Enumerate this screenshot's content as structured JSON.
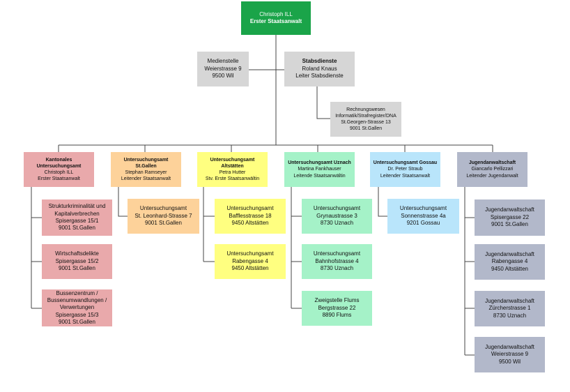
{
  "colors": {
    "green": "#1aa449",
    "grey": "#d6d6d6",
    "red": "#e9a9ab",
    "orange": "#fdd29a",
    "yellow": "#ffff80",
    "mint": "#a5f2c8",
    "blue": "#b9e5fb",
    "slate": "#b2b8ca",
    "line": "#444444"
  },
  "nodes": {
    "head": {
      "lines": [
        "Christoph ILL"
      ],
      "title": "Erster Staatsanwalt"
    },
    "medien": {
      "lines": [
        "Medienstelle",
        "Weierstrasse 9",
        "9500 Wil"
      ]
    },
    "stabs": {
      "title": "Stabsdienste",
      "lines": [
        "Roland Knaus",
        "Leiter Stabsdienste"
      ]
    },
    "rechnung": {
      "lines": [
        "Rechnungswesen",
        "Informatik/Strafregister/DNA",
        "St.Georgen-Strasse 13",
        "9001 St.Gallen"
      ]
    },
    "d1": {
      "title": "Kantonales Untersuchungsamt",
      "lines": [
        "Christoph ILL",
        "Erster Staatsanwalt"
      ]
    },
    "d2": {
      "title": "Untersuchungsamt St.Gallen",
      "lines": [
        "Stephan Ramseyer",
        "Leitender Staatsanwalt"
      ]
    },
    "d3": {
      "title": "Untersuchungsamt Altstätten",
      "lines": [
        "Petra Hutter",
        "Stv. Erste Staatsanwältin"
      ]
    },
    "d4": {
      "title": "Untersuchungsamt Uznach",
      "lines": [
        "Martina Fankhauser",
        "Leitende Staatsanwältin"
      ]
    },
    "d5": {
      "title": "Untersuchungsamt Gossau",
      "lines": [
        "Dr. Peter Straub",
        "Leitender Staatsanwalt"
      ]
    },
    "d6": {
      "title": "Jugendanwaltschaft",
      "lines": [
        "Giancarlo Pellizzari",
        "Leitender Jugendanwalt"
      ]
    },
    "c1a": {
      "lines": [
        "Strukturkriminalität und Kapitalverbrechen",
        "Spisergasse 15/1",
        "9001 St.Gallen"
      ]
    },
    "c1b": {
      "lines": [
        "Wirtschaftsdelikte",
        "Spisergasse 15/2",
        "9001 St.Gallen"
      ]
    },
    "c1c": {
      "lines": [
        "Bussenzentrum / Bussenumwandlungen / Verwertungen",
        "Spisergasse 15/3",
        "9001 St.Gallen"
      ]
    },
    "c2a": {
      "lines": [
        "Untersuchungsamt",
        "St. Leonhard-Strasse 7",
        "9001 St.Gallen"
      ]
    },
    "c3a": {
      "lines": [
        "Untersuchungsamt",
        "Bafflesstrasse 18",
        "9450 Altstätten"
      ]
    },
    "c3b": {
      "lines": [
        "Untersuchungsamt",
        "Rabengasse 4",
        "9450 Altstätten"
      ]
    },
    "c4a": {
      "lines": [
        "Untersuchungsamt",
        "Grynaustrasse 3",
        "8730 Uznach"
      ]
    },
    "c4b": {
      "lines": [
        "Untersuchungsamt",
        "Bahnhofstrasse 4",
        "8730 Uznach"
      ]
    },
    "c4c": {
      "lines": [
        "Zweigstelle Flums",
        "Bergstrasse 22",
        "8890 Flums"
      ]
    },
    "c5a": {
      "lines": [
        "Untersuchungsamt",
        "Sonnenstrasse 4a",
        "9201 Gossau"
      ]
    },
    "c6a": {
      "lines": [
        "Jugendanwaltschaft",
        "Spisergasse 22",
        "9001 St.Gallen"
      ]
    },
    "c6b": {
      "lines": [
        "Jugendanwaltschaft",
        "Rabengasse 4",
        "9450 Altstätten"
      ]
    },
    "c6c": {
      "lines": [
        "Jugendanwaltschaft",
        "Zürcherstrasse 1",
        "8730 Uznach"
      ]
    },
    "c6d": {
      "lines": [
        "Jugendanwaltschaft",
        "Weierstrasse 9",
        "9500 Wil"
      ]
    }
  }
}
